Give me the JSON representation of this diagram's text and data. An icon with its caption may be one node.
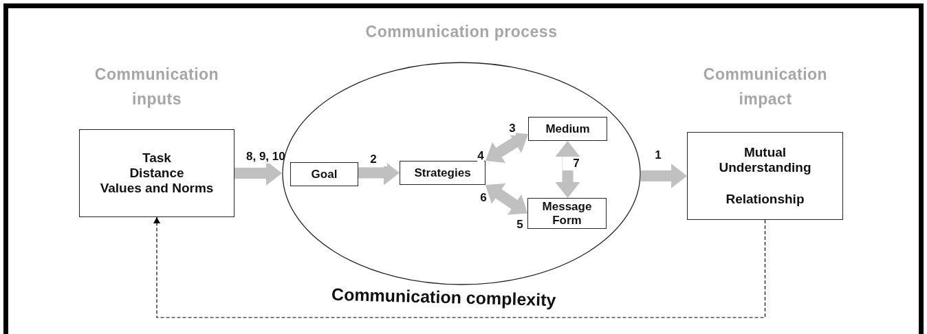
{
  "diagram": {
    "nodes": [
      {
        "text": [
          "Communication inputs",
          "Task Distance Values and Norms"
        ]
      },
      {
        "text": [
          "Communication process"
        ]
      },
      {
        "text": [
          "Goal"
        ],
        "in": 1
      },
      {
        "text": [
          "Strategies"
        ],
        "in": 1
      },
      {
        "text": [
          "Medium"
        ],
        "in": 1
      },
      {
        "text": [
          "Message Form"
        ],
        "in": 1
      },
      {
        "text": [
          "Communication impact",
          "Mutual Understanding",
          "Relationship"
        ]
      }
    ],
    "edges": [
      {
        "from": 0,
        "to": 1,
        "arrow": "to",
        "label": "8, 9, 10"
      },
      {
        "from": 2,
        "to": 3,
        "arrow": "to",
        "label": "2"
      },
      {
        "from": 3,
        "to": 4,
        "arrow": "both"
      },
      {
        "from": 3,
        "to": 5,
        "arrow": "both"
      },
      {
        "from": 4,
        "to": 5,
        "arrow": "both",
        "label": "7"
      },
      {
        "from": 1,
        "to": 6,
        "arrow": "to",
        "label": "1"
      },
      {
        "from": 6,
        "to": 0,
        "arrow": "to",
        "style": "dashed",
        "color": "#000000"
      }
    ],
    "labels": [
      "3",
      "4",
      "6",
      "5",
      "Communication complexity"
    ]
  }
}
